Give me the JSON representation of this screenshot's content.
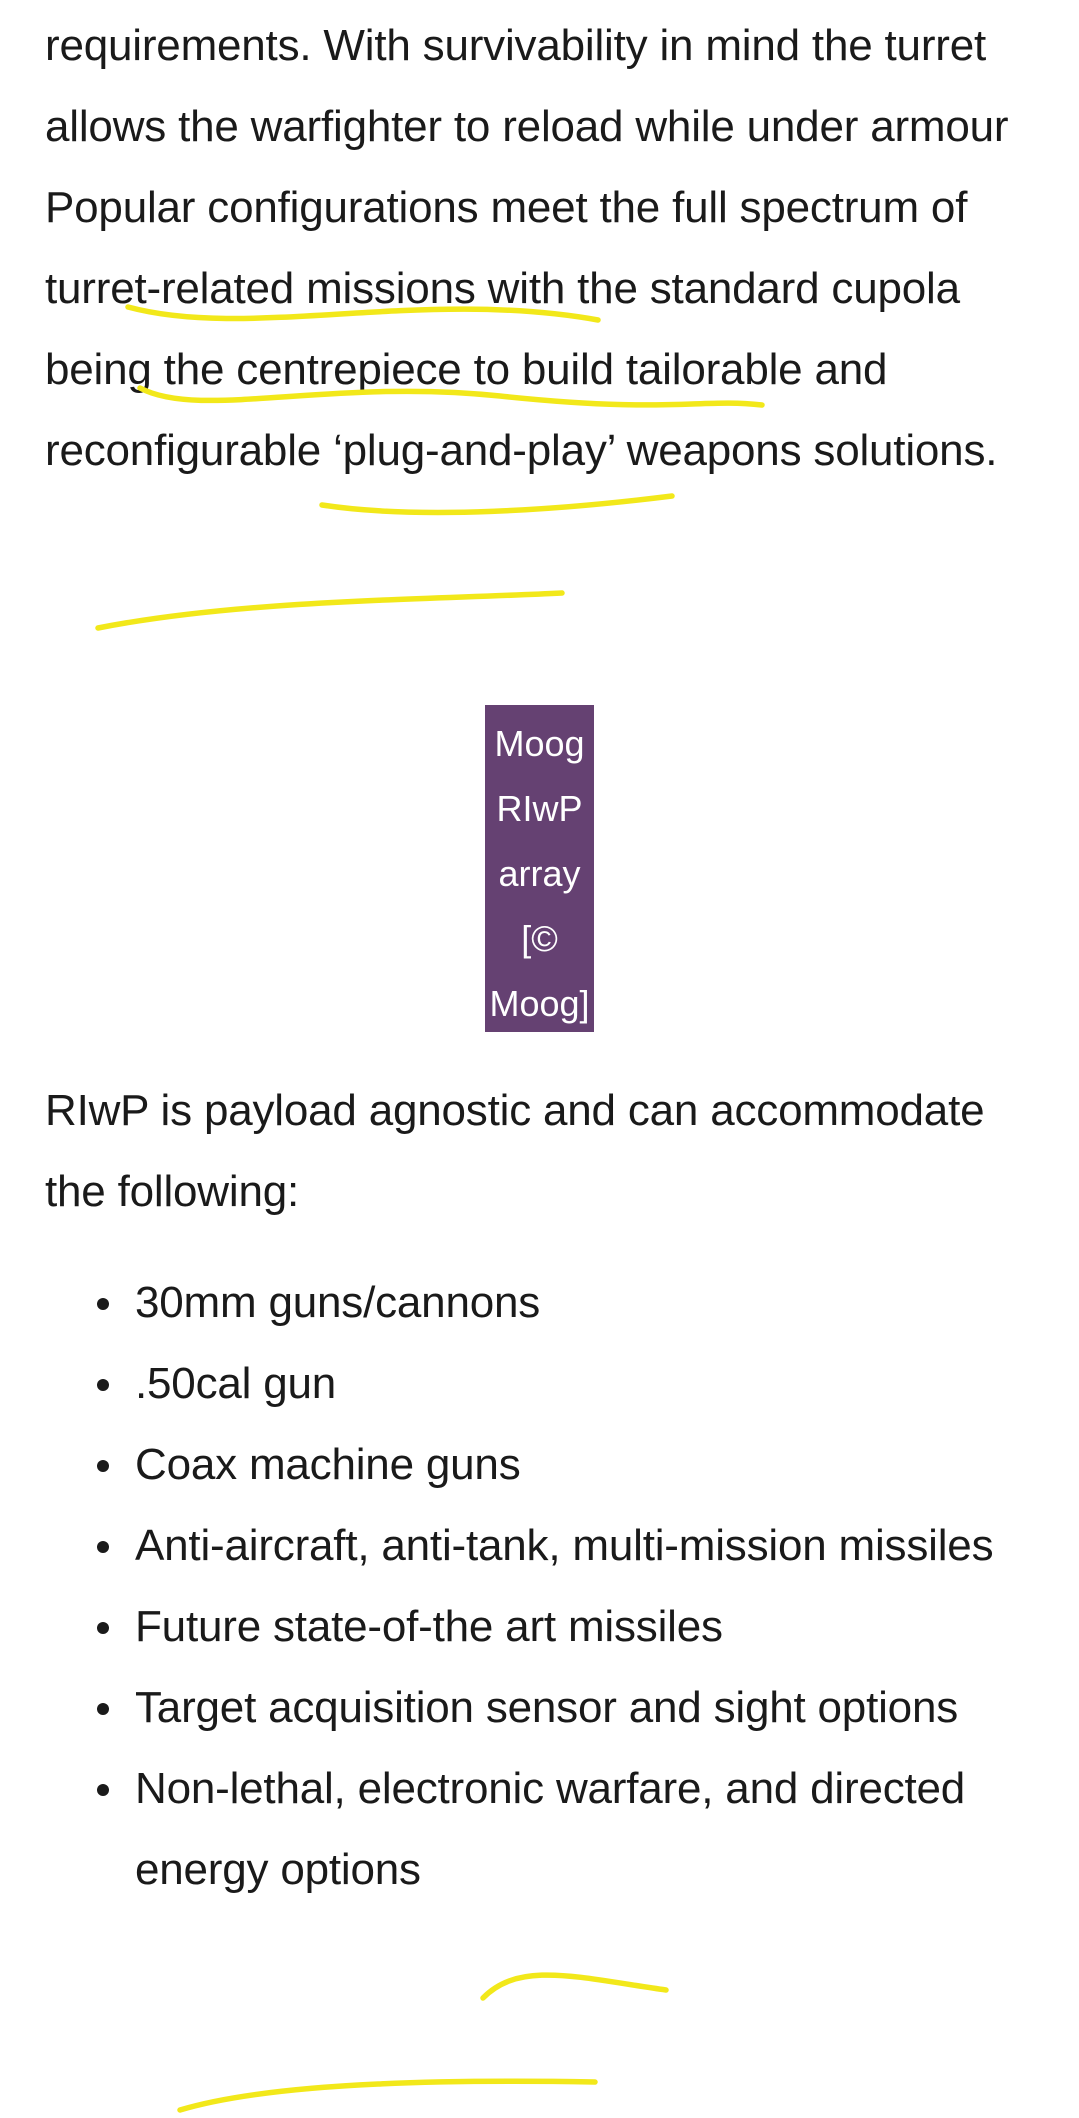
{
  "article": {
    "paragraph_1": "requirements. With survivability in mind the turret allows the warfighter to reload while under armour Popular configurations meet the full spectrum of turret-related missions with the standard cupola being the centrepiece to build tailorable and reconfigurable ‘plug-and-play’ weapons solutions.",
    "image_caption": [
      "Moog",
      "RIwP",
      "array",
      "[©",
      "Moog]"
    ],
    "paragraph_2": "RIwP is payload agnostic and can accommodate the following:",
    "bullets": [
      "30mm guns/cannons",
      ".50cal gun",
      "Coax machine guns",
      "Anti-aircraft, anti-tank, multi-mission missiles",
      "Future state-of-the art missiles",
      "Target acquisition sensor and sight options",
      "Non-lethal, electronic warfare, and directed energy options"
    ]
  },
  "colors": {
    "highlight_marker": "#f2e81a",
    "caption_background": "#654172",
    "text": "#1a1a1a",
    "background": "#ffffff"
  }
}
